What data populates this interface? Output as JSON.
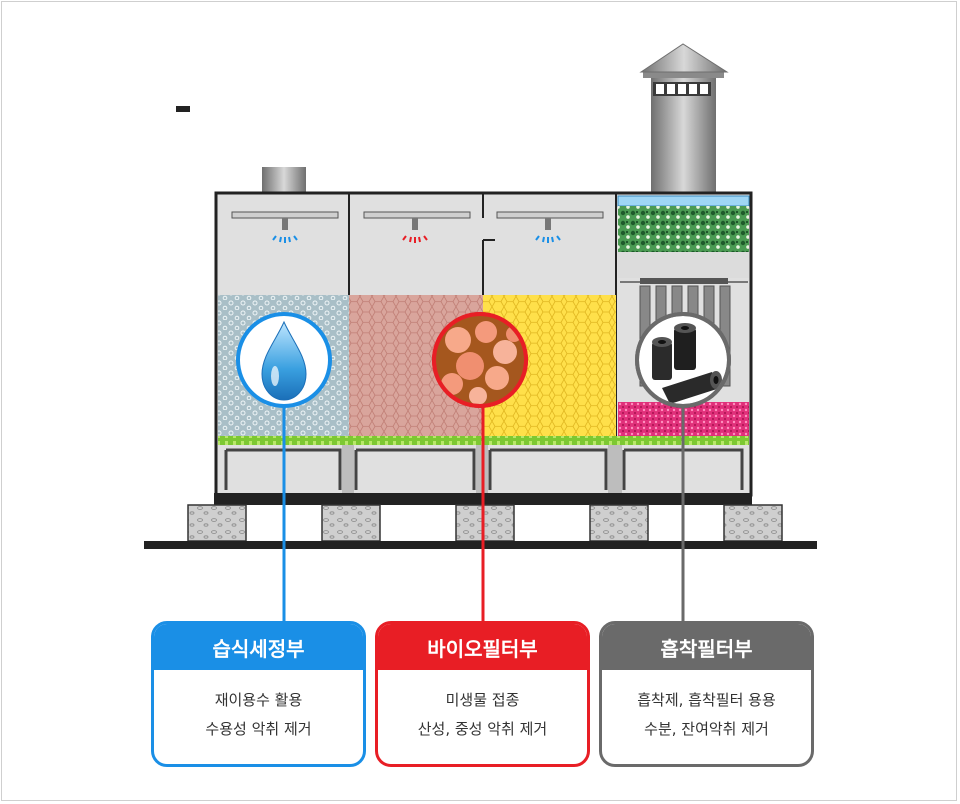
{
  "colors": {
    "wet_blue": "#1a8fe6",
    "bio_red": "#e81e25",
    "adsorb_gray": "#6a6a6a",
    "media_green": "#7dc832",
    "adsorb_pink": "#e0307a",
    "bio_yellow": "#ffe04a",
    "bio_rose": "#d9a59c"
  },
  "icons": [
    "water-drop-icon",
    "microbe-icon",
    "activated-carbon-icon"
  ],
  "cards": {
    "wet": {
      "title": "습식세정부",
      "line1": "재이용수 활용",
      "line2": "수용성 악취 제거"
    },
    "bio": {
      "title": "바이오필터부",
      "line1": "미생물 접종",
      "line2": "산성, 중성 악취 제거"
    },
    "adsorb": {
      "title": "흡착필터부",
      "line1": "흡착제, 흡착필터 용용",
      "line2": "수분, 잔여악취 제거"
    }
  }
}
